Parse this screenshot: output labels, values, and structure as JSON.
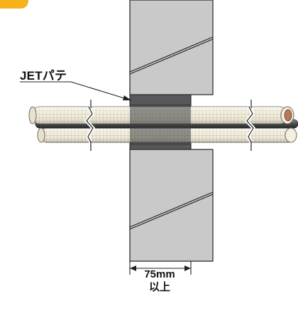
{
  "callout": {
    "label": "JETパテ"
  },
  "dimension": {
    "value_line": "75mm",
    "qualifier_line": "以上"
  },
  "colors": {
    "corner_badge": "#f5b21a",
    "wall_fill": "#c9c9ca",
    "wall_stroke": "#222222",
    "putty_fill": "#58585a",
    "pipe_insulation": "#f1ecd9",
    "pipe_mesh": "#b9b3a0",
    "inner_pipe_dark": "#4a4a4a",
    "copper_core": "#b47a58"
  },
  "icons": {
    "break_mark": "zigzag-break-icon",
    "corner_badge": "orange-corner-badge-icon"
  }
}
